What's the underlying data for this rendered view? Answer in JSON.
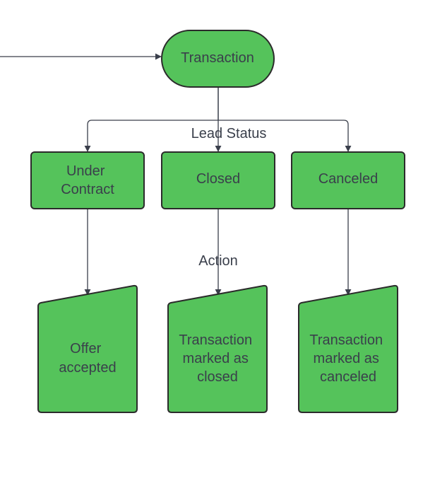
{
  "diagram": {
    "nodes": {
      "transaction": {
        "lines": [
          "Transaction"
        ]
      },
      "under_contract": {
        "lines": [
          "Under",
          "Contract"
        ]
      },
      "closed": {
        "lines": [
          "Closed"
        ]
      },
      "canceled": {
        "lines": [
          "Canceled"
        ]
      },
      "offer_accepted": {
        "lines": [
          "Offer",
          "accepted"
        ]
      },
      "marked_closed": {
        "lines": [
          "Transaction",
          "marked as",
          "closed"
        ]
      },
      "marked_canceled": {
        "lines": [
          "Transaction",
          "marked as",
          "canceled"
        ]
      }
    },
    "edge_labels": {
      "lead_status": "Lead Status",
      "action": "Action"
    },
    "colors": {
      "node_fill": "#55c35b",
      "node_stroke": "#2b2b2b",
      "connector": "#3a3f4b",
      "text": "#3a3f4b"
    }
  }
}
